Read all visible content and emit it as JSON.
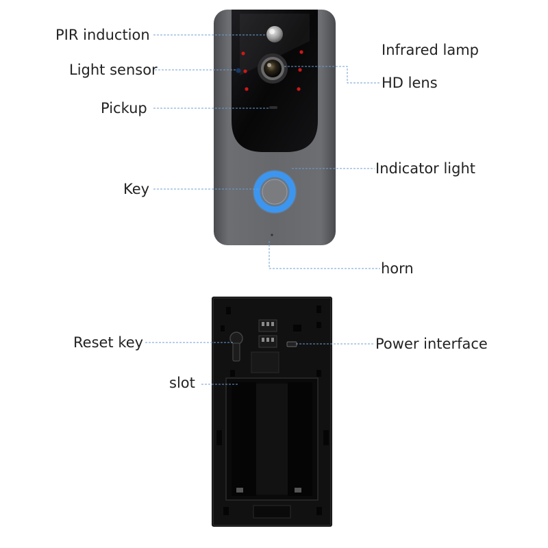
{
  "front_labels": {
    "pir": "PIR induction",
    "light_sensor": "Light sensor",
    "pickup": "Pickup",
    "key": "Key",
    "infrared": "Infrared lamp",
    "hd_lens": "HD lens",
    "indicator": "Indicator light",
    "horn": "horn"
  },
  "back_labels": {
    "reset": "Reset key",
    "slot": "slot",
    "power": "Power interface"
  },
  "colors": {
    "body": "#5e6064",
    "face": "#0a0a0c",
    "ring": "#3c96f0",
    "ir_led": "#d01818",
    "leader": "#6c9fd6",
    "back_plate": "#0e0e0e"
  }
}
